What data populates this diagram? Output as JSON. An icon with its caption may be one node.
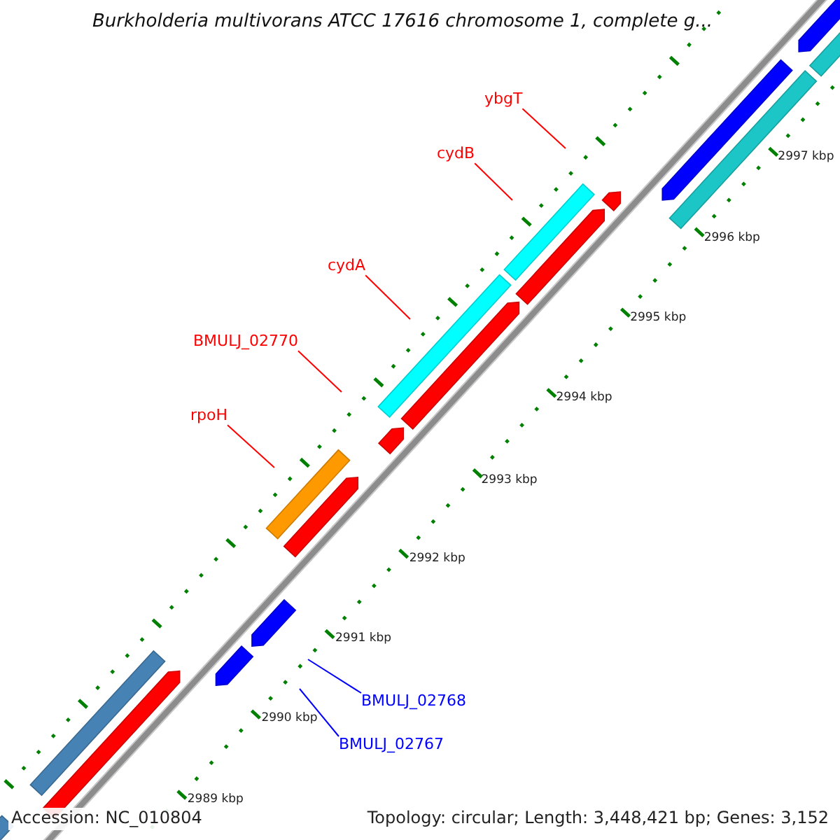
{
  "diagram": {
    "title": "Burkholderia multivorans ATCC 17616 chromosome 1, complete g...",
    "nodes": [
      {
        "text": [
          "ybgT"
        ]
      },
      {
        "text": [
          "cydB"
        ]
      },
      {
        "text": [
          "cydA"
        ]
      },
      {
        "text": [
          "BMULJ_02770"
        ]
      },
      {
        "text": [
          "rpoH"
        ]
      },
      {
        "text": [
          "BMULJ_02768"
        ]
      },
      {
        "text": [
          "BMULJ_02767"
        ]
      }
    ],
    "edges": [
      {
        "from": 0,
        "to": null,
        "arrow": "none"
      },
      {
        "from": 1,
        "to": null,
        "arrow": "none"
      },
      {
        "from": 2,
        "to": null,
        "arrow": "none"
      },
      {
        "from": 3,
        "to": null,
        "arrow": "none"
      },
      {
        "from": 4,
        "to": null,
        "arrow": "none"
      },
      {
        "from": 5,
        "to": null,
        "arrow": "none",
        "color": "#0000ff"
      },
      {
        "from": 6,
        "to": null,
        "arrow": "none",
        "color": "#0000ff"
      }
    ],
    "labels": [
      "2997 kbp",
      "2996 kbp",
      "2995 kbp",
      "2994 kbp",
      "2993 kbp",
      "2992 kbp",
      "2991 kbp",
      "2990 kbp",
      "2989 kbp",
      "Accession: NC_010804",
      "Topology: circular; Length: 3,448,421 bp; Genes: 3,152"
    ]
  }
}
